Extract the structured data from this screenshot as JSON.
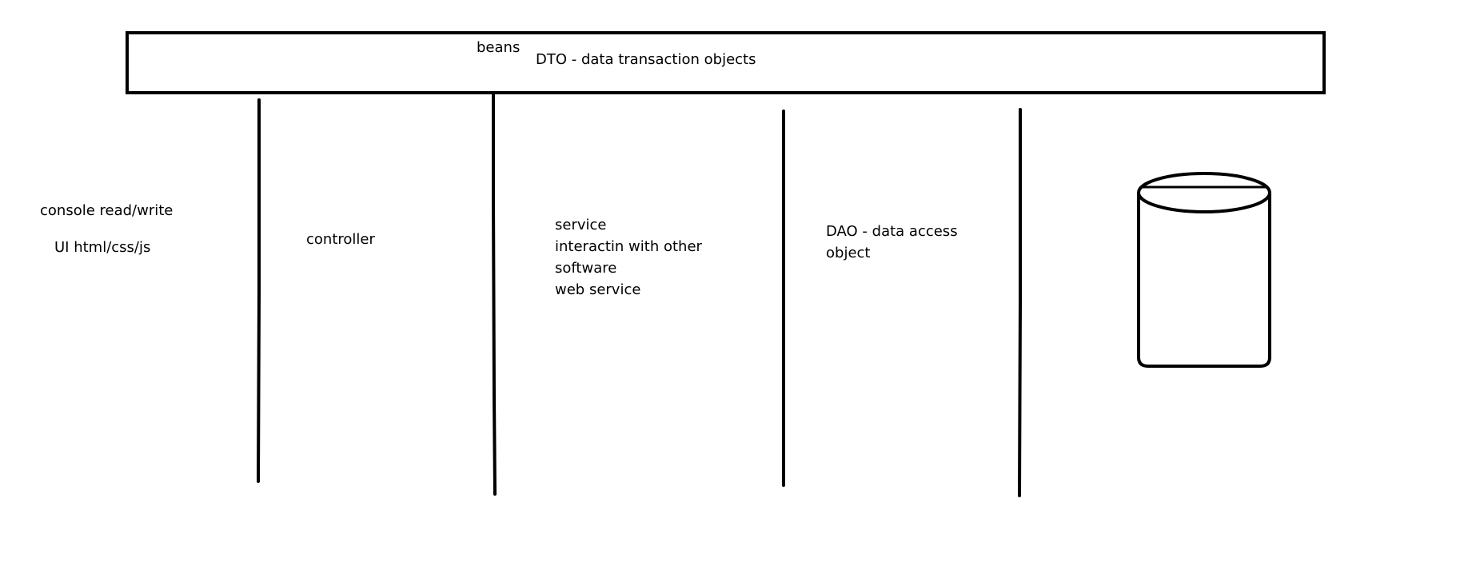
{
  "diagram": {
    "beans_bar": {
      "beans_label": "beans",
      "dto_label": "DTO - data transaction objects"
    },
    "presentation": {
      "console_label": "console read/write",
      "ui_label": "UI  html/css/js"
    },
    "controller": {
      "label": "controller"
    },
    "service": {
      "lines": [
        "service",
        "interactin with other",
        "software",
        "web service"
      ]
    },
    "dao": {
      "lines": [
        "DAO - data access",
        "object"
      ]
    },
    "database": {
      "icon": "database-cylinder-icon"
    }
  }
}
